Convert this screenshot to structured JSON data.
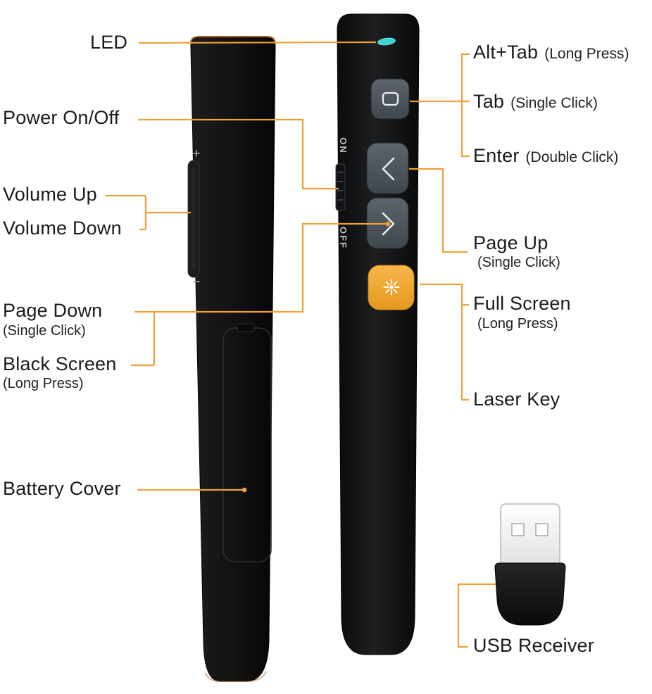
{
  "diagram": {
    "left_labels": {
      "led": "LED",
      "power": "Power On/Off",
      "volume_up": "Volume Up",
      "volume_down": "Volume Down",
      "page_down": "Page Down",
      "page_down_sub": "(Single Click)",
      "black_screen": "Black Screen",
      "black_screen_sub": "(Long Press)",
      "battery_cover": "Battery Cover"
    },
    "right_labels": {
      "alt_tab": "Alt+Tab",
      "alt_tab_sub": "(Long Press)",
      "tab": "Tab",
      "tab_sub": "(Single Click)",
      "enter": "Enter",
      "enter_sub": "(Double Click)",
      "page_up": "Page Up",
      "page_up_sub": "(Single Click)",
      "full_screen": "Full Screen",
      "full_screen_sub": "(Long Press)",
      "laser_key": "Laser Key",
      "usb_receiver": "USB Receiver"
    },
    "device_markings": {
      "volume_plus": "+",
      "volume_minus": "−",
      "switch_on": "ON",
      "switch_off": "OFF"
    },
    "colors": {
      "leader_line": "#F0A03A",
      "label_text": "#1B1B1B",
      "device_body": "#101010",
      "button_gray": "#4E555D",
      "button_orange": "#F0A636",
      "led_teal": "#3ED2D2"
    }
  }
}
